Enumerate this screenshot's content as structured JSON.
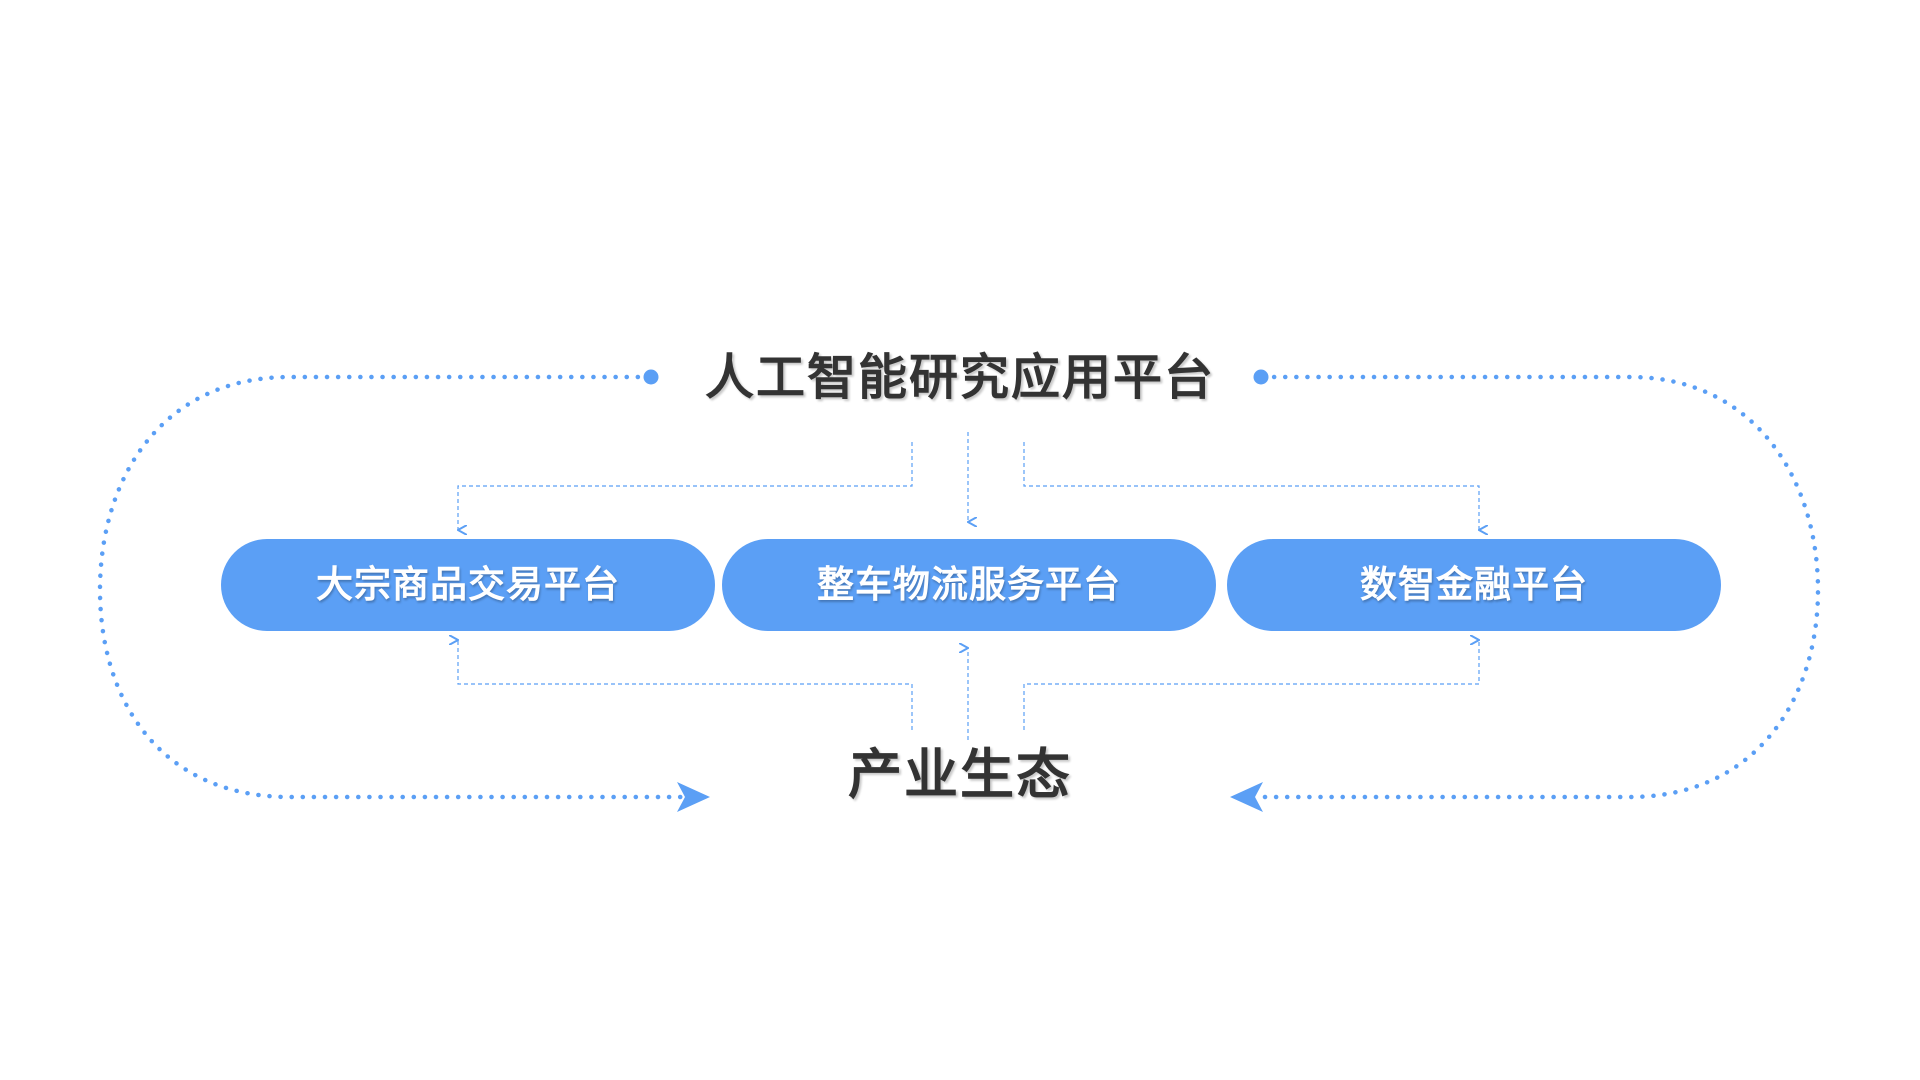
{
  "diagram": {
    "top_platform": "人工智能研究应用平台",
    "bottom_ecosystem": "产业生态",
    "platforms": [
      "大宗商品交易平台",
      "整车物流服务平台",
      "数智金融平台"
    ]
  },
  "colors": {
    "accent": "#5b9ff5",
    "heading_text": "#333333",
    "pill_text": "#ffffff",
    "background": "#ffffff"
  },
  "icons": {
    "connector": "dotted-arrow-icon",
    "endpoint": "dot-icon"
  }
}
